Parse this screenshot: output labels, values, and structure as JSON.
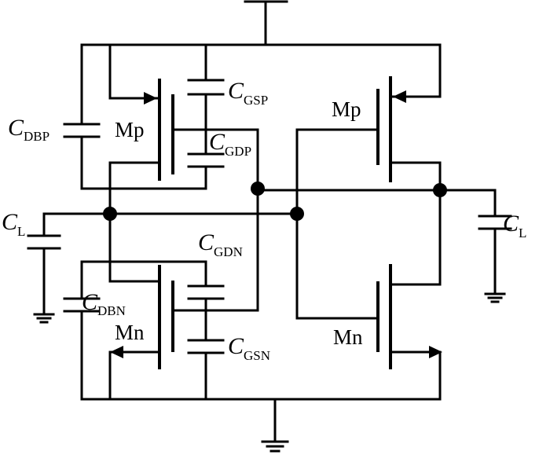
{
  "labels": {
    "c_dbp": {
      "main": "C",
      "sub": "DBP"
    },
    "c_gsp": {
      "main": "C",
      "sub": "GSP"
    },
    "c_gdp": {
      "main": "C",
      "sub": "GDP"
    },
    "c_gdn": {
      "main": "C",
      "sub": "GDN"
    },
    "c_dbn": {
      "main": "C",
      "sub": "DBN"
    },
    "c_gsn": {
      "main": "C",
      "sub": "GSN"
    },
    "c_l_left": {
      "main": "C",
      "sub": "L"
    },
    "c_l_right": {
      "main": "C",
      "sub": "L"
    },
    "mp_left": "Mp",
    "mp_right": "Mp",
    "mn_left": "Mn",
    "mn_right": "Mn"
  }
}
